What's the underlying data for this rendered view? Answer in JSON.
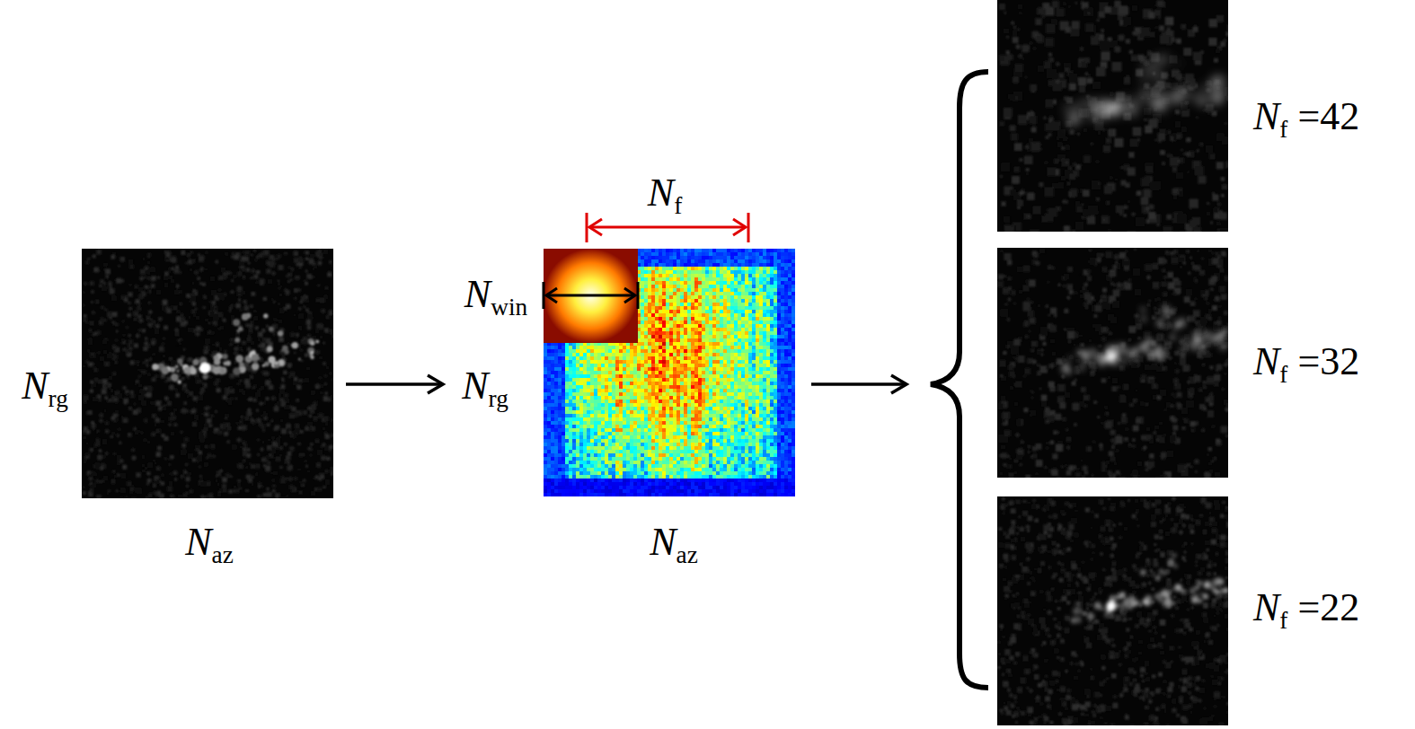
{
  "diagram": {
    "labels": [
      "Nrg",
      "Naz",
      "Nf",
      "Nwin",
      "Nrg",
      "Naz",
      "Nf =42",
      "Nf =32",
      "Nf =22"
    ]
  }
}
